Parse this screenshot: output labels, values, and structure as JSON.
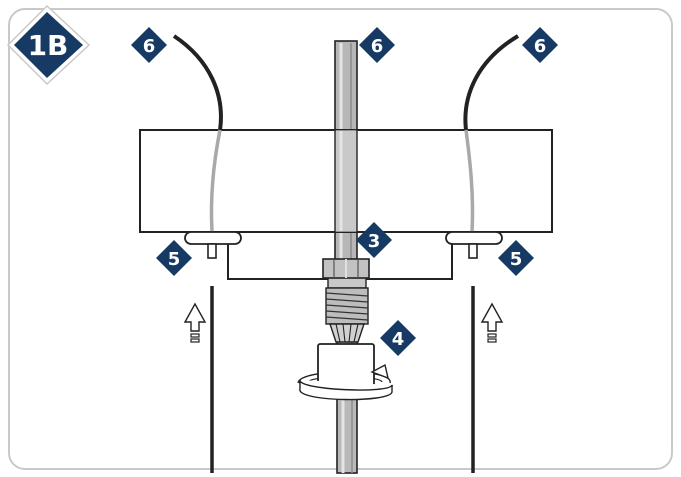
{
  "step": {
    "label": "1B"
  },
  "callouts": {
    "hose_left": "6",
    "center_rod": "6",
    "hose_right": "6",
    "nut": "3",
    "coupling": "4",
    "fitting_left": "5",
    "fitting_right": "5"
  },
  "colors": {
    "badge_fill": "#173a64",
    "frame_stroke": "#c9c9c9",
    "line": "#222222",
    "hose": "#2a2a2a",
    "hose_inside": "#a9a9a9",
    "rod_fill": "#b7b7b7",
    "rod_shade": "#8c8c8c",
    "panel_fill": "#ffffff"
  },
  "icons": [
    "push-up-arrow-icon",
    "rotate-arrow-icon",
    "diamond-badge-icon"
  ]
}
